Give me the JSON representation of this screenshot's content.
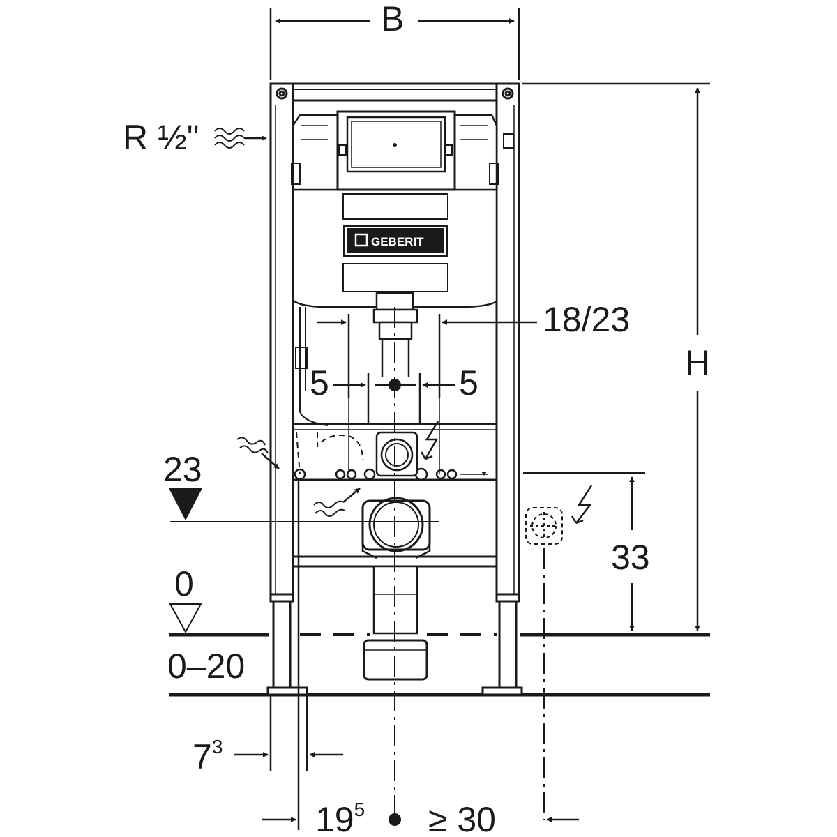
{
  "logo": {
    "text": "GEBERIT"
  },
  "labels": {
    "width": "B",
    "height": "H",
    "supply": "R ½\"",
    "outlet": "18/23",
    "offset_left": "5",
    "offset_right": "5",
    "pipe_height": "23",
    "socket_height": "33",
    "floor_level": "0",
    "floor_range": "0–20",
    "foot_offset_base": "7",
    "foot_offset_sup": "3",
    "axis_distance_base": "19",
    "axis_distance_sup": "5",
    "min_distance": "≥ 30"
  },
  "icons": {
    "water_supply": "wavy-water-icon",
    "electric": "lightning-icon",
    "drain_arrow": "wavy-arrow-icon"
  },
  "colors": {
    "line": "#1a1a1a",
    "background": "#ffffff"
  }
}
